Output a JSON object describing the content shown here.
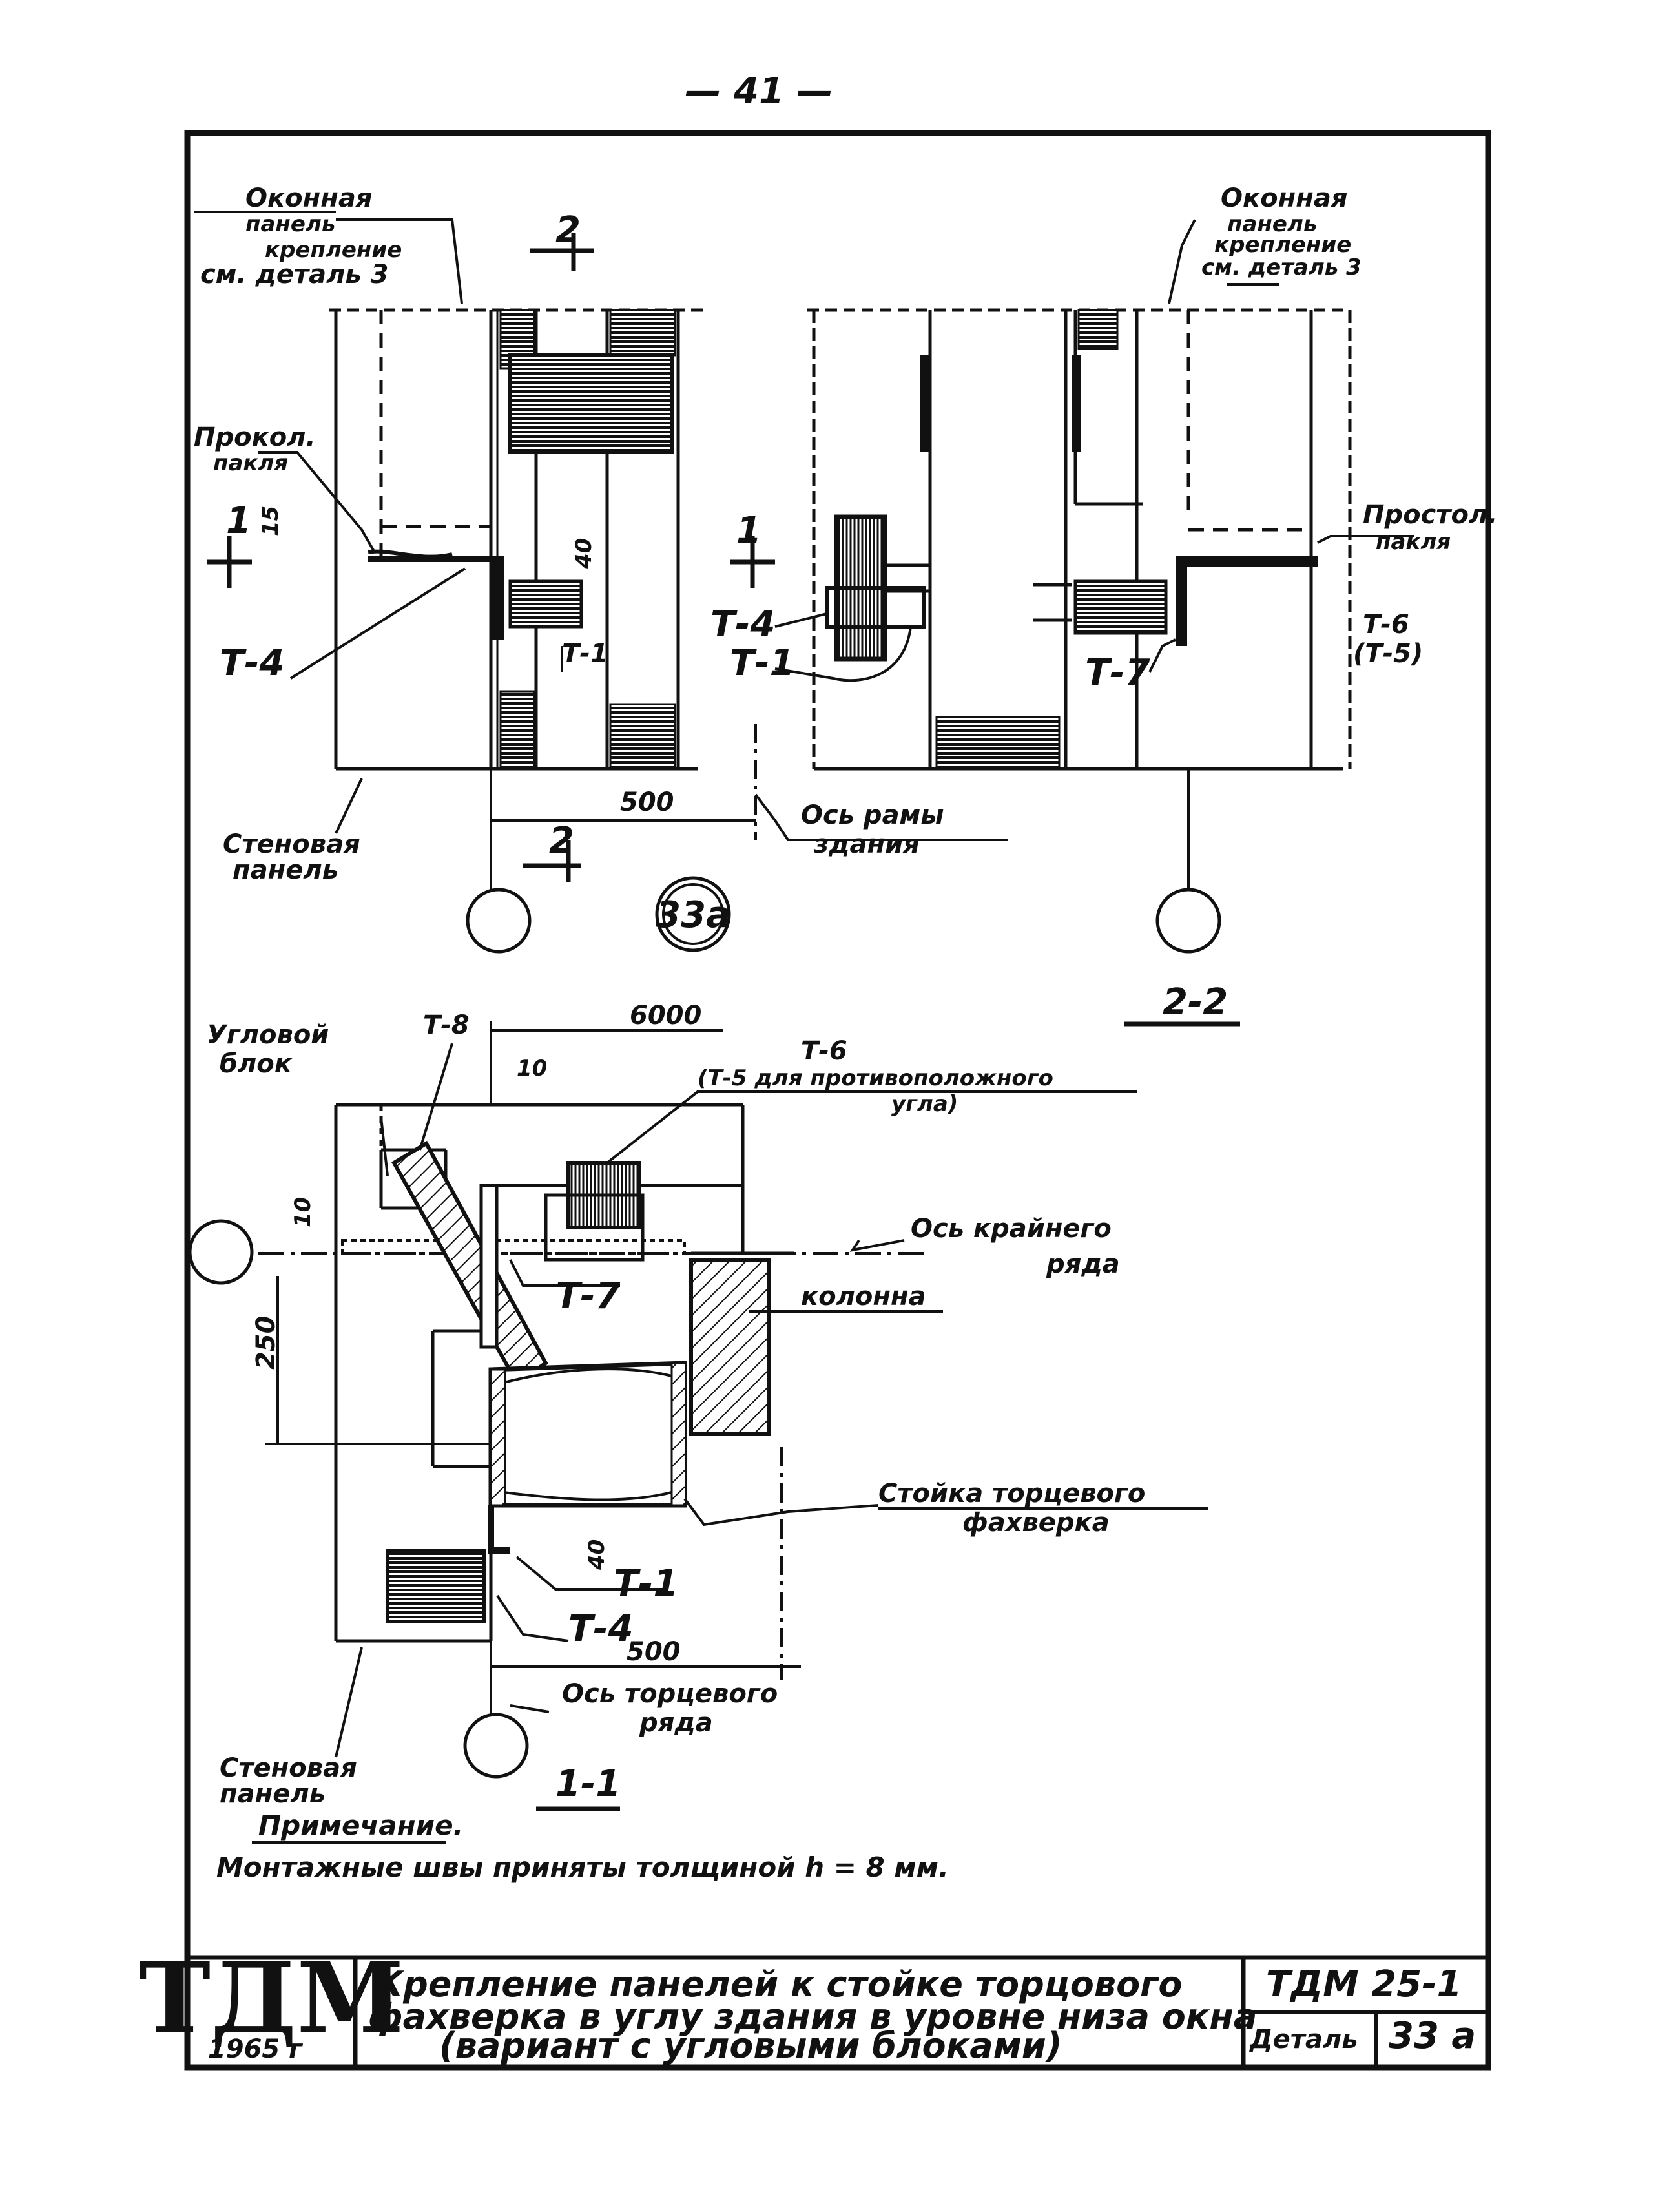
{
  "page": {
    "number": "— 41 —"
  },
  "top_left": {
    "window_panel_label_1": "Оконная",
    "window_panel_label_2": "панель",
    "fastening_1": "крепление",
    "fastening_2": "см. деталь 3",
    "caulk_gasket_1": "Прокол.",
    "caulk_gasket_2": "пакля",
    "dim_15": "15",
    "dim_40": "40",
    "t4": "Т-4",
    "t1": "Т-1",
    "wall_panel_1": "Стеновая",
    "wall_panel_2": "панель",
    "cut_1": "1",
    "cut_2_top": "2",
    "cut_2_bottom": "2",
    "dim_500": "500"
  },
  "center": {
    "frame_axis_1": "Ось рамы",
    "frame_axis_2": "здания",
    "detail_mark": "33а",
    "cut_1": "1",
    "t4": "Т-4",
    "t1": "Т-1"
  },
  "top_right": {
    "window_panel_label_1": "Оконная",
    "window_panel_label_2": "панель",
    "fastening_1": "крепление",
    "fastening_2": "см. деталь 3",
    "caulk_gasket_1": "Простол.",
    "caulk_gasket_2": "пакля",
    "t7": "Т-7",
    "t6": "Т-6",
    "t5": "(Т-5)",
    "section_title": "2-2"
  },
  "bottom": {
    "corner_block_1": "Угловой",
    "corner_block_2": "блок",
    "t8": "Т-8",
    "dim_6000": "6000",
    "dim_10_top": "10",
    "dim_10_left": "10",
    "t6": "Т-6",
    "t5_note_1": "(Т-5 для противоположного",
    "t5_note_2": "угла)",
    "outer_row_axis_1": "Ось крайнего",
    "outer_row_axis_2": "ряда",
    "t7": "Т-7",
    "column": "колонна",
    "dim_250": "250",
    "post_1": "Стойка торцевого",
    "post_2": "фахверка",
    "dim_40": "40",
    "t1": "Т-1",
    "t4": "Т-4",
    "dim_500": "500",
    "end_row_axis_1": "Ось торцевого",
    "end_row_axis_2": "ряда",
    "wall_panel_1": "Стеновая",
    "wall_panel_2": "панель",
    "section_title": "1-1"
  },
  "note": {
    "heading": "Примечание.",
    "text": "Монтажные швы приняты толщиной h = 8 мм."
  },
  "title_block": {
    "logo": "ТДМ",
    "year": "1965 г",
    "title_line_1": "Крепление панелей к стойке торцового",
    "title_line_2": "фахверка в углу здания в уровне низа окна",
    "title_line_3": "(вариант с угловыми блоками)",
    "doc_code": "ТДМ 25-1",
    "detail_label": "Деталь",
    "detail_number": "33 а"
  }
}
